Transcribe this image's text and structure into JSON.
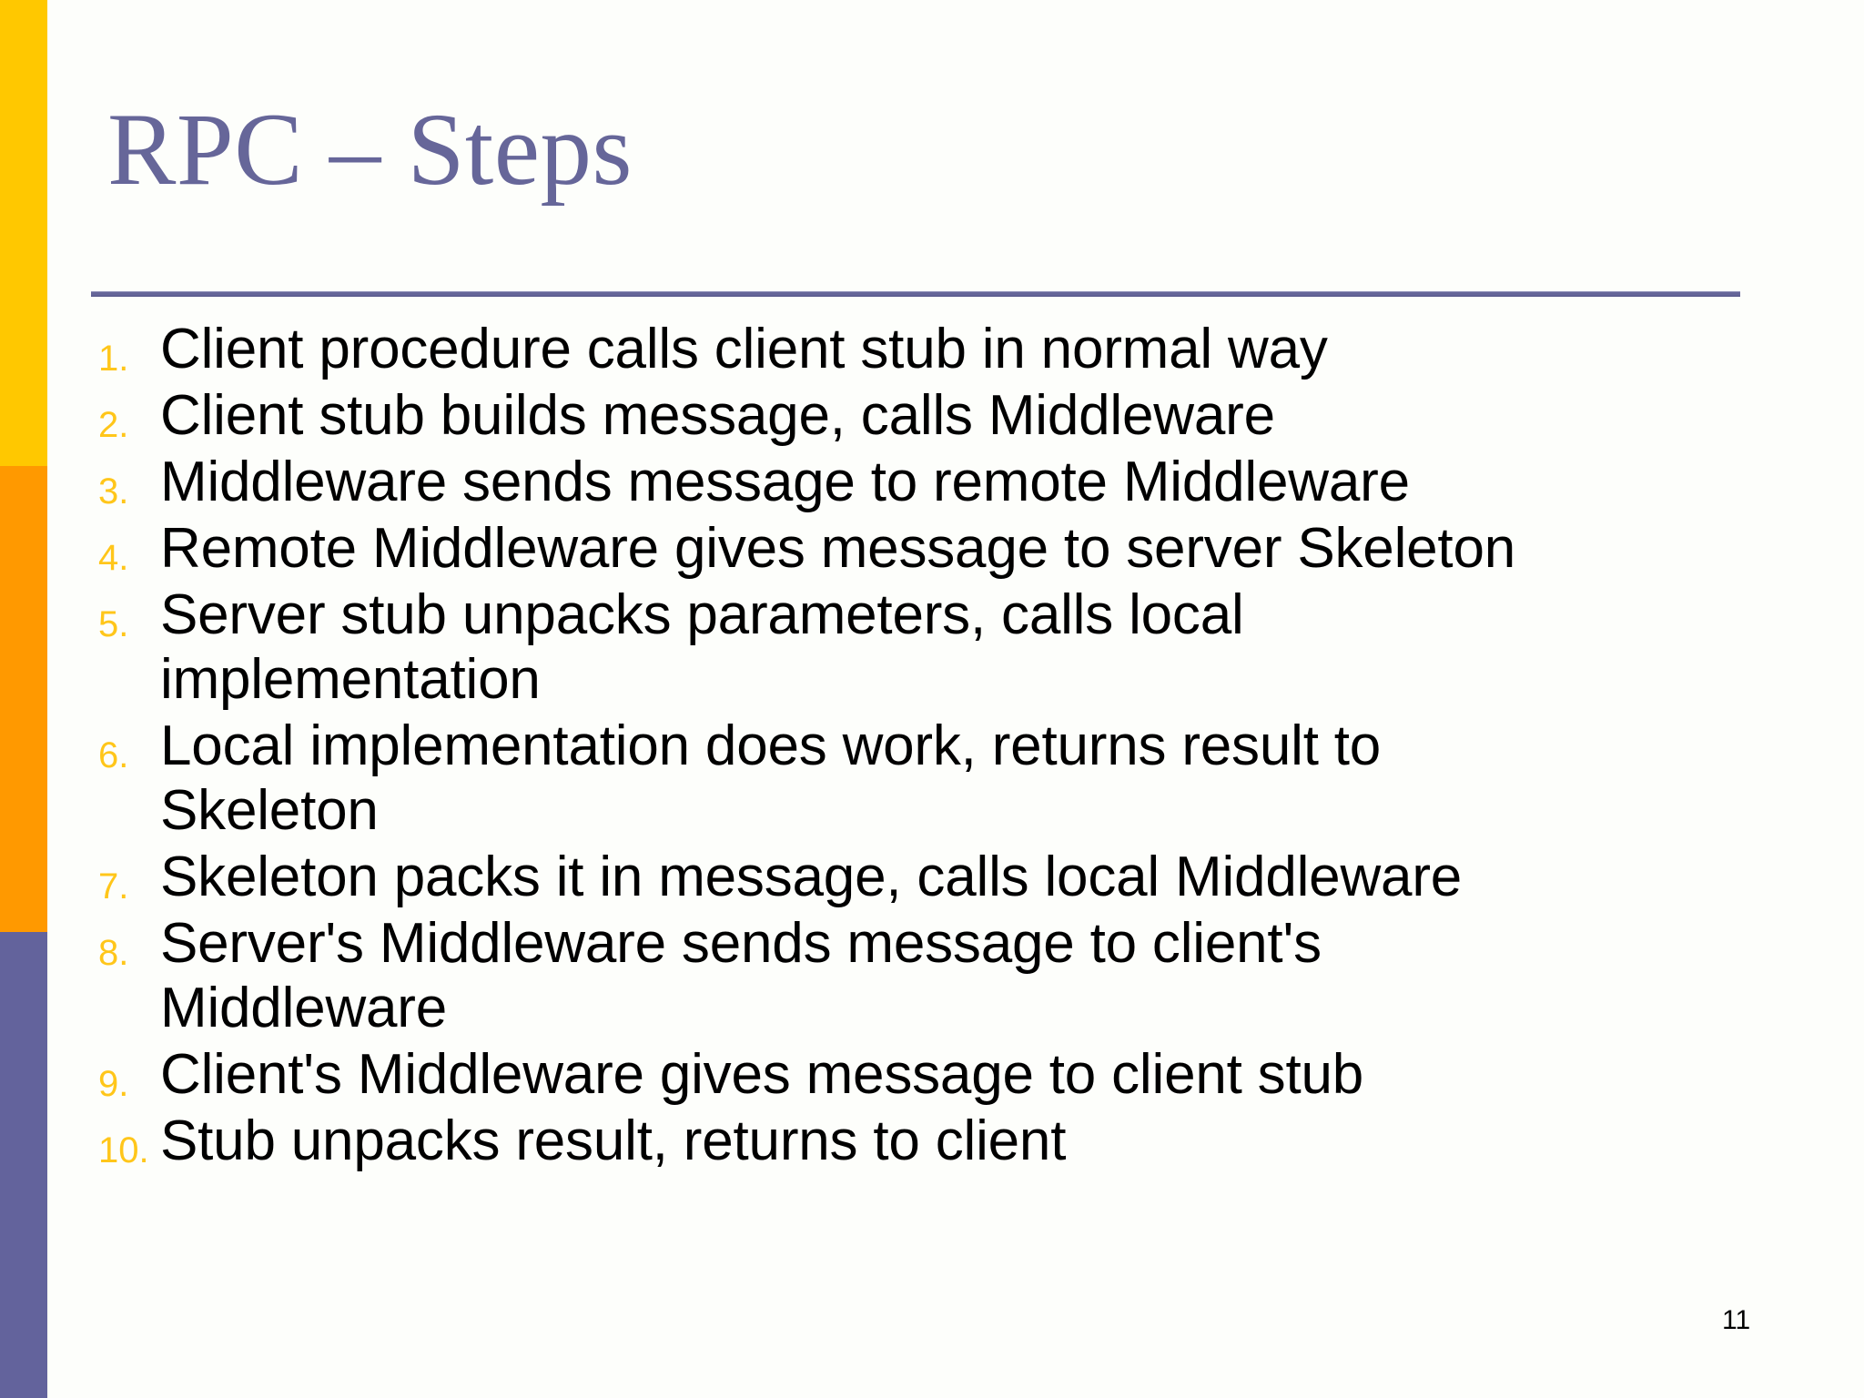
{
  "slide": {
    "title": "RPC – Steps",
    "page_number": "11",
    "colors": {
      "title": "#666699",
      "rule": "#666699",
      "number_marker": "#ffc61a",
      "body_text": "#000000",
      "background": "#fdfefb",
      "accent_top": "#ffc800",
      "accent_middle": "#ff9900",
      "accent_bottom": "#63639c"
    },
    "steps": [
      {
        "number": "1.",
        "lines": [
          "Client procedure calls client stub in normal way"
        ]
      },
      {
        "number": "2.",
        "lines": [
          "Client stub builds message, calls Middleware"
        ]
      },
      {
        "number": "3.",
        "lines": [
          "Middleware sends message to remote Middleware"
        ]
      },
      {
        "number": "4.",
        "lines": [
          "Remote Middleware gives message to server Skeleton"
        ]
      },
      {
        "number": "5.",
        "lines": [
          "Server stub unpacks parameters, calls local",
          "implementation"
        ]
      },
      {
        "number": "6.",
        "lines": [
          "Local implementation does work, returns result to",
          "Skeleton"
        ]
      },
      {
        "number": "7.",
        "lines": [
          "Skeleton packs it in message, calls local Middleware"
        ]
      },
      {
        "number": "8.",
        "lines": [
          "Server's Middleware sends message to client's",
          "Middleware"
        ]
      },
      {
        "number": "9.",
        "lines": [
          "Client's Middleware gives message to client stub"
        ]
      },
      {
        "number": "10.",
        "lines": [
          "Stub unpacks result, returns to client"
        ]
      }
    ]
  }
}
